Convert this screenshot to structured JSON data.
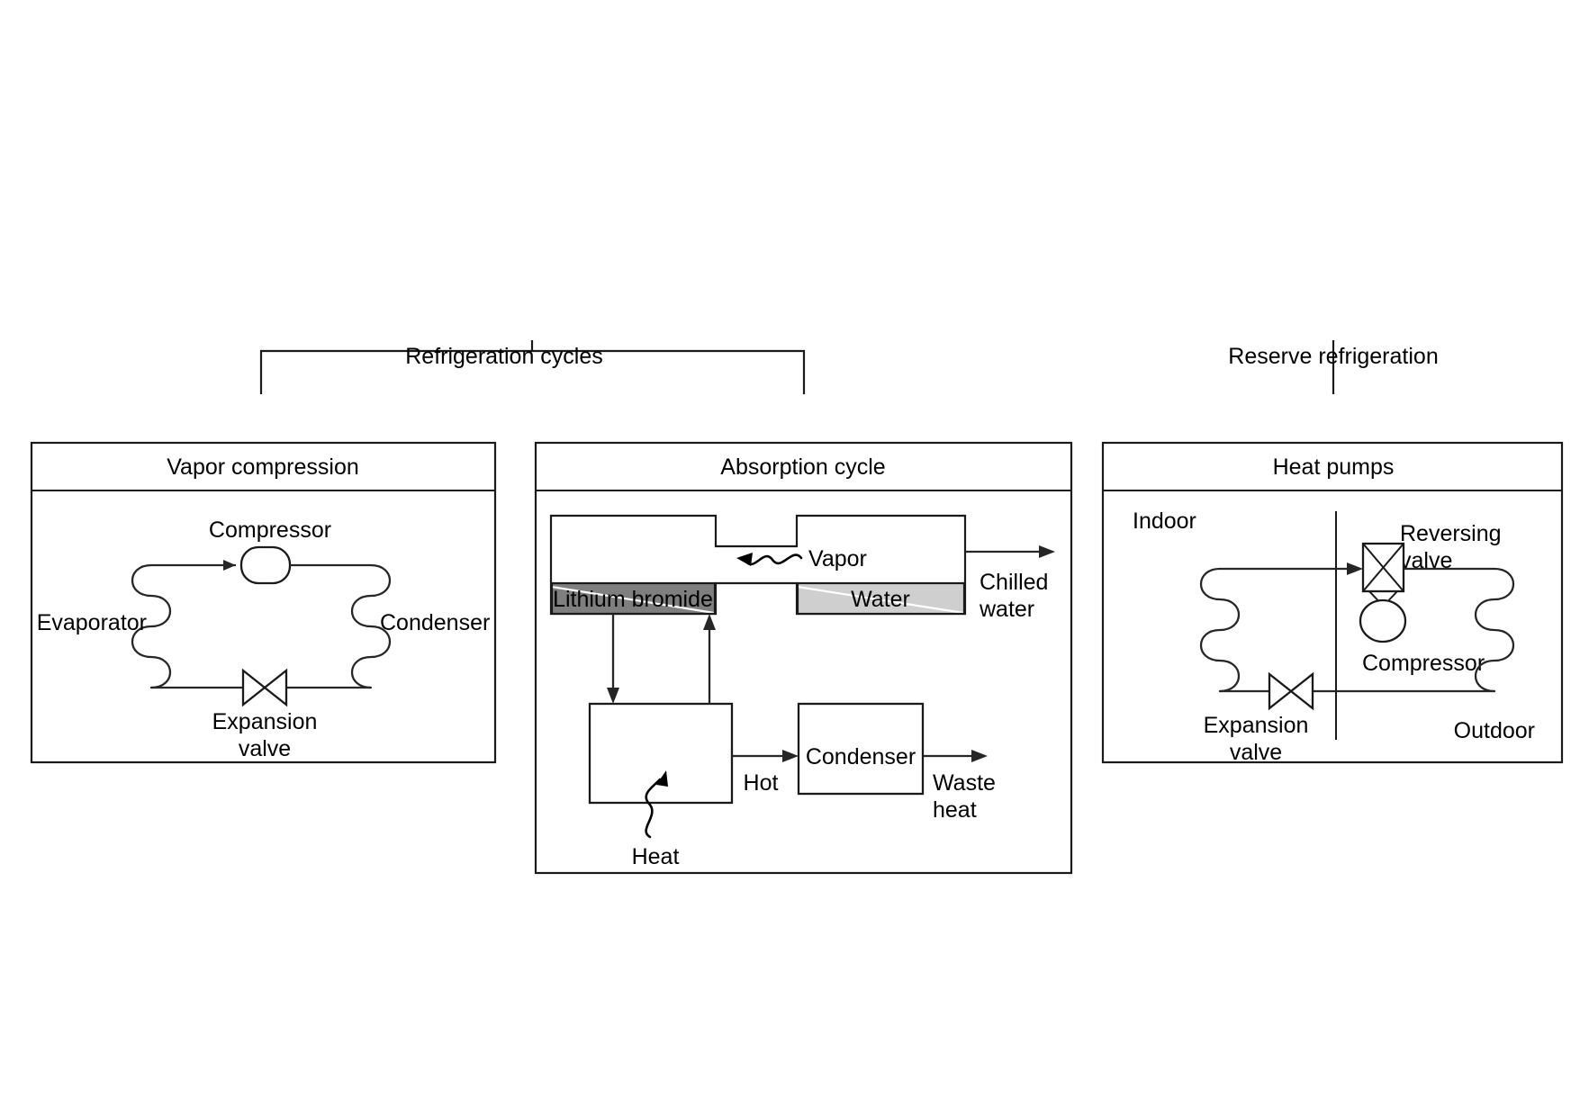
{
  "diagram": {
    "title_top_left": "Refrigeration cycles",
    "title_top_right": "Reserve refrigeration",
    "panels": [
      {
        "id": "vapor-compression",
        "header": "Vapor compression",
        "labels": {
          "compressor": "Compressor",
          "evaporator": "Evaporator",
          "condenser": "Condenser",
          "expansion_valve_line1": "Expansion",
          "expansion_valve_line2": "valve"
        }
      },
      {
        "id": "absorption-cycle",
        "header": "Absorption cycle",
        "labels": {
          "vapor": "Vapor",
          "lithium_bromide": "Lithium bromide",
          "water": "Water",
          "chilled_water_line1": "Chilled",
          "chilled_water_line2": "water",
          "hot": "Hot",
          "condenser": "Condenser",
          "waste_heat_line1": "Waste",
          "waste_heat_line2": "heat",
          "heat": "Heat"
        }
      },
      {
        "id": "heat-pumps",
        "header": "Heat pumps",
        "labels": {
          "indoor": "Indoor",
          "outdoor": "Outdoor",
          "reversing_valve_line1": "Reversing",
          "reversing_valve_line2": "valve",
          "compressor": "Compressor",
          "expansion_valve_line1": "Expansion",
          "expansion_valve_line2": "valve"
        }
      }
    ],
    "colors": {
      "stroke": "#1a1a1a",
      "background": "#ffffff",
      "lithium_bromide_fill": "#7f7f7f",
      "water_fill": "#cfcfcf",
      "highlight_slash": "#ffffff"
    }
  }
}
